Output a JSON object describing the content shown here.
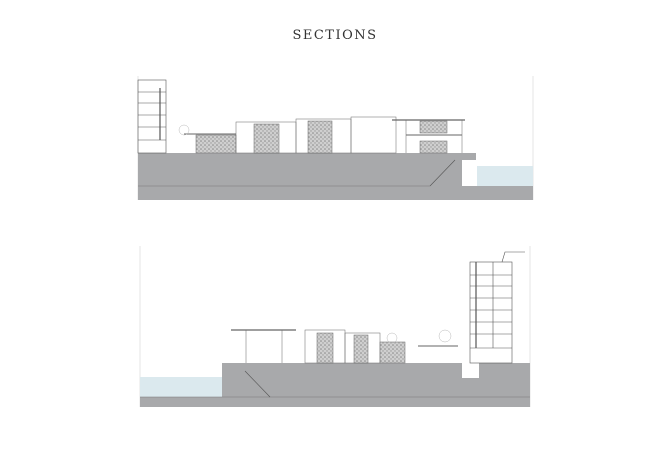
{
  "title": "SECTIONS",
  "colors": {
    "ground": "#a8a9ab",
    "water": "#dbe9ee",
    "line": "#555555",
    "stone": "#9a9a9a"
  },
  "sections": [
    {
      "name": "section-1",
      "water_side": "right"
    },
    {
      "name": "section-2",
      "water_side": "left"
    }
  ]
}
